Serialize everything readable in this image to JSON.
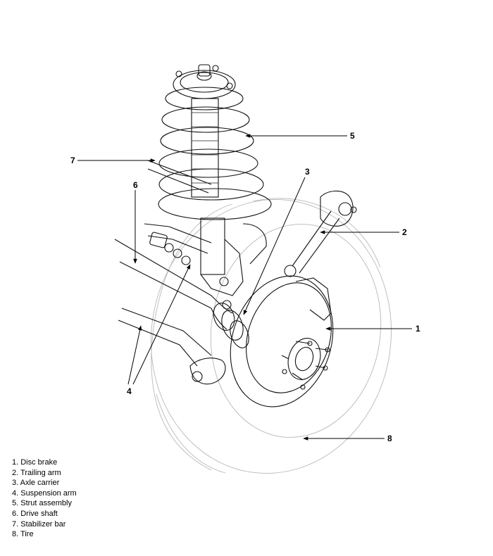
{
  "callouts": {
    "c1": "1",
    "c2": "2",
    "c3": "3",
    "c4": "4",
    "c5": "5",
    "c6": "6",
    "c7": "7",
    "c8": "8"
  },
  "legend": [
    "1. Disc brake",
    "2. Trailing arm",
    "3. Axle carrier",
    "4. Suspension arm",
    "5. Strut assembly",
    "6. Drive shaft",
    "7. Stabilizer bar",
    "8. Tire"
  ]
}
